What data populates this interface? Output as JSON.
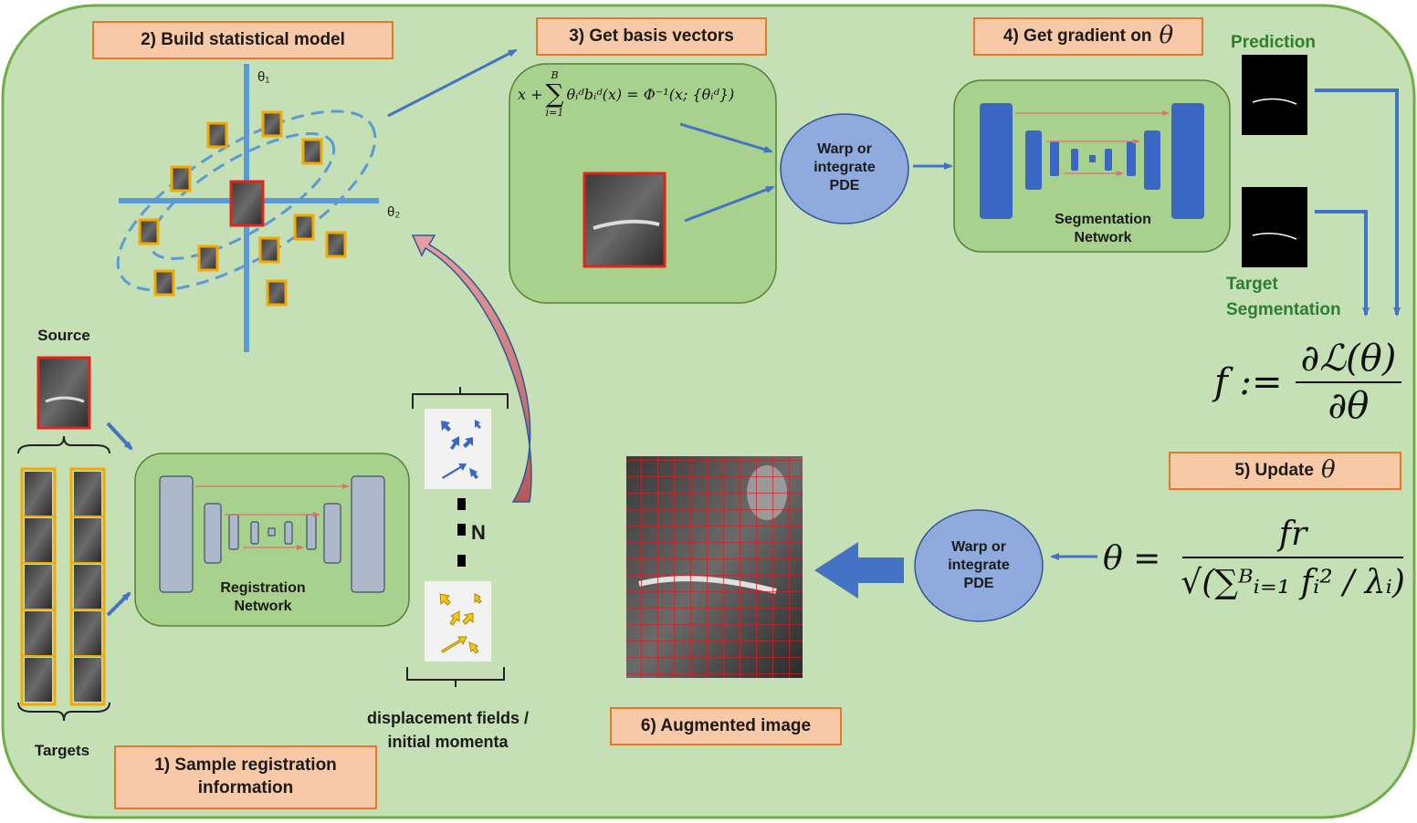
{
  "steps": {
    "s1": "1) Sample registration information",
    "s2": "2) Build statistical model",
    "s3": "3) Get basis vectors",
    "s4": "4) Get gradient on",
    "s5": "5) Update",
    "s6": "6) Augmented image",
    "theta_symbol": "θ"
  },
  "labels": {
    "source": "Source",
    "targets": "Targets",
    "registration_network_1": "Registration",
    "registration_network_2": "Network",
    "segmentation_network_1": "Segmentation",
    "segmentation_network_2": "Network",
    "warp1_l1": "Warp or",
    "warp1_l2": "integrate",
    "warp1_l3": "PDE",
    "warp2_l1": "Warp or",
    "warp2_l2": "integrate",
    "warp2_l3": "PDE",
    "prediction": "Prediction",
    "target_seg_1": "Target",
    "target_seg_2": "Segmentation",
    "displacement_1": "displacement fields /",
    "displacement_2": "initial momenta",
    "n_label": "N",
    "theta1": "θ₁",
    "theta2": "θ₂"
  },
  "equations": {
    "basis_lhs": "x +",
    "basis_sum_top": "B",
    "basis_sum_bottom": "i=1",
    "basis_term": "θᵢᵈbᵢᵈ(x) = Φ⁻¹(x; {θᵢᵈ})",
    "grad_lhs": "f :=",
    "grad_num": "∂ℒ(θ)",
    "grad_den": "∂θ",
    "update_lhs": "θ =",
    "update_num": "fr",
    "update_den": "√(∑ᴮᵢ₌₁ fᵢ² / λᵢ)"
  },
  "colors": {
    "background": "#c5e0b4",
    "border": "#70ad47",
    "net_green": "#a9d18e",
    "step_fill": "#f8c9a7",
    "step_border": "#e5792b",
    "arrow_blue": "#4472c4",
    "ellipse_node": "#8faadc",
    "seg_block": "#3b67c4",
    "reg_block": "#adb9ca",
    "curved_arrow": "#e07070",
    "highlight_red": "#e0241b",
    "highlight_orange": "#f5a800"
  }
}
